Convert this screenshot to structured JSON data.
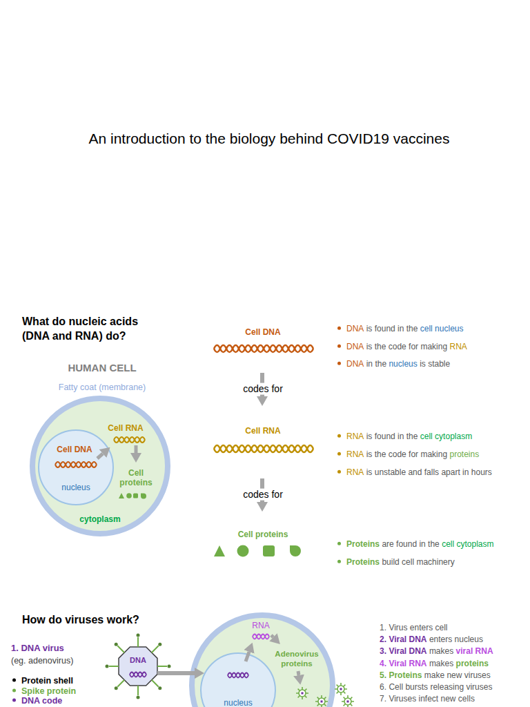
{
  "diagram": {
    "title": "An introduction to the biology behind COVID19 vaccines",
    "nodes": [
      {
        "text": [
          "HUMAN CELL",
          "Fatty coat (membrane)",
          "Cell RNA",
          "Cell proteins",
          "cytoplasm"
        ]
      },
      {
        "text": [
          "Cell DNA",
          "nucleus"
        ],
        "in": 0
      },
      {
        "text": [
          "DNA"
        ]
      },
      {
        "text": [
          "RNA",
          "Adenovirus proteins"
        ]
      },
      {
        "text": [
          "nucleus"
        ],
        "in": 3
      }
    ],
    "edges": [
      {
        "from": 2,
        "to": 4,
        "arrow": "to"
      }
    ],
    "labels": [
      "What do nucleic acids (DNA and RNA) do?",
      "Cell DNA",
      "codes for",
      "Cell RNA",
      "codes for",
      "Cell proteins",
      "DNA",
      "is found in the",
      "cell nucleus",
      "DNA",
      "is the code for making",
      "RNA",
      "DNA",
      "in the",
      "nucleus",
      "is stable",
      "RNA",
      "is found in the",
      "cell cytoplasm",
      "RNA",
      "is the code for making",
      "proteins",
      "RNA",
      "is unstable and falls apart in hours",
      "Proteins",
      "are found in the",
      "cell cytoplasm",
      "Proteins",
      "build cell machinery",
      "How do viruses work?",
      "1. DNA virus",
      "(eg. adenovirus)",
      "Protein shell",
      "Spike protein",
      "DNA code",
      "1.",
      "Virus enters cell",
      "2.",
      "Viral DNA",
      "enters nucleus",
      "3.",
      "Viral DNA",
      "makes",
      "viral RNA",
      "4.",
      "Viral RNA",
      "makes",
      "proteins",
      "5.",
      "Proteins",
      "make new viruses",
      "6.",
      "Cell bursts releasing viruses",
      "7.",
      "Viruses infect new cells"
    ]
  }
}
